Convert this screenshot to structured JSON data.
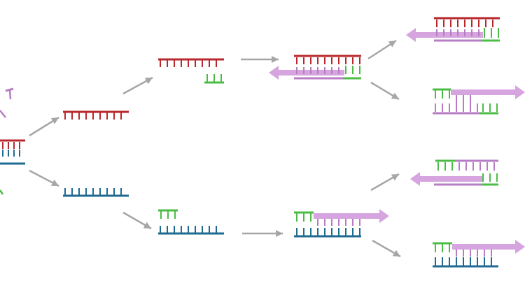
{
  "diagram": {
    "description_text": "",
    "colors": {
      "template_red": "#b8292f",
      "template_blue": "#1e6a91",
      "primer_green": "#4bbd45",
      "extension_purple": "#b77cc4",
      "extension_arrow": "#d6a4de",
      "flow_arrow": "#a6a6a6",
      "background": "#ffffff"
    },
    "elements": [
      "dna-strand-red",
      "dna-strand-blue",
      "primer-green",
      "extension-purple",
      "flow-arrow"
    ]
  }
}
